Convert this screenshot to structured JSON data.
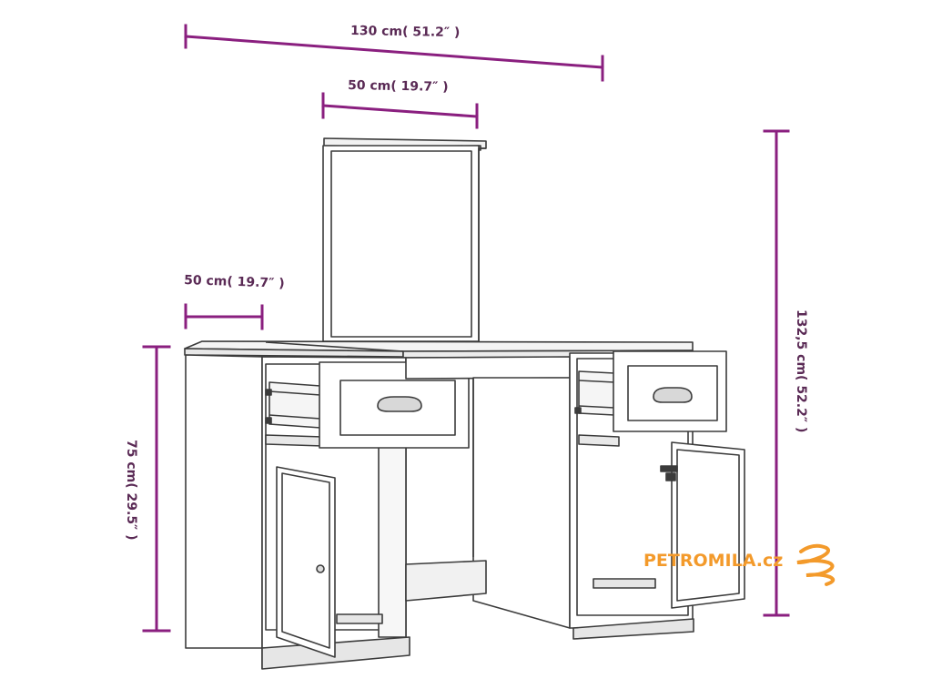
{
  "colors": {
    "dimension": "#8a1f7f",
    "outline": "#3b3b3b",
    "panel": "#ffffff",
    "shade": "#e6e6e6",
    "brand": "#f39a2b"
  },
  "dimensions": {
    "total_width": "130 cm( 51.2″ )",
    "mirror_width": "50 cm( 19.7″ )",
    "side_depth": "50 cm( 19.7″ )",
    "total_height": "132,5 cm( 52.2″ )",
    "table_height": "75 cm( 29.5″ )"
  },
  "brand": {
    "name": "PETROMILA.cz",
    "logo_icon": "swirl-logo-icon"
  }
}
